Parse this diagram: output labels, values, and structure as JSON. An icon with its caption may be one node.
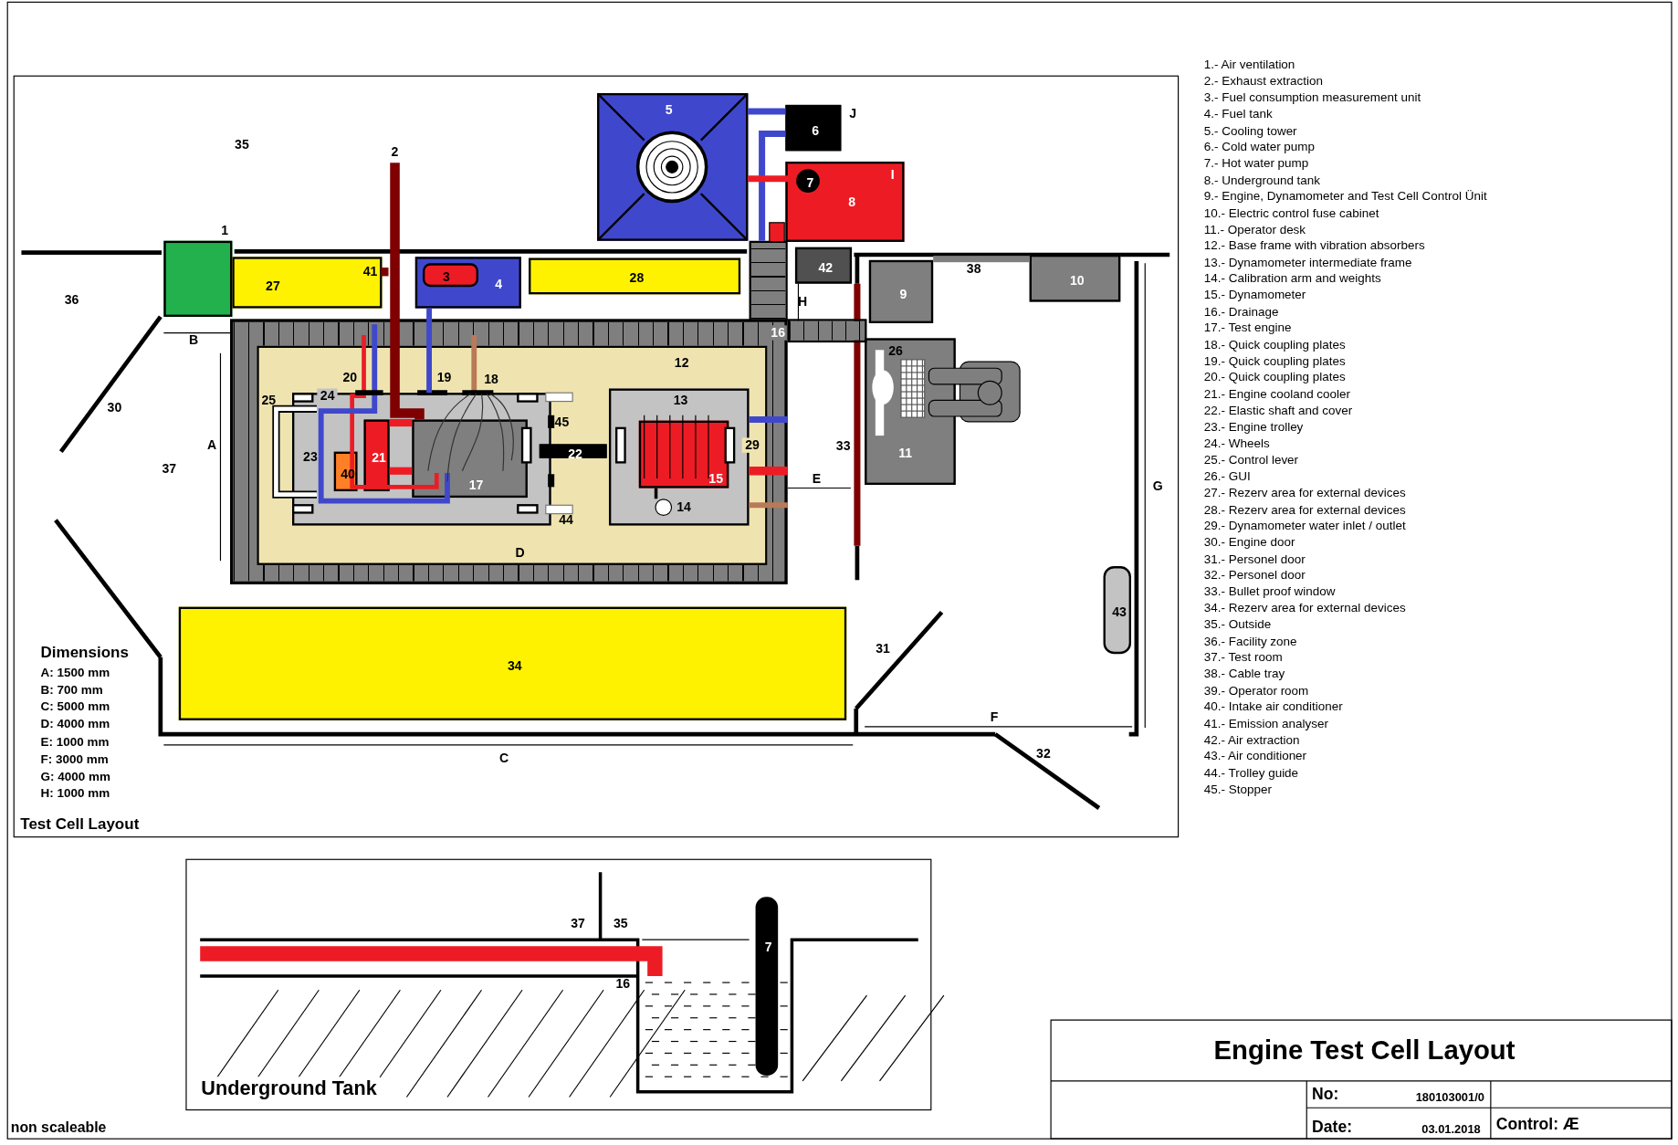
{
  "diagram": {
    "title": "Engine Test Cell Layout",
    "nodes": [
      {
        "text": [
          "5"
        ]
      },
      {
        "text": [
          "6"
        ],
        "beside": [
          "J"
        ]
      },
      {
        "text": [
          "I",
          "8"
        ]
      },
      {
        "text": [
          "7"
        ],
        "in": 2
      },
      {
        "text": [],
        "shape": "box"
      },
      {
        "text": [
          "27"
        ]
      },
      {
        "text": [
          "4"
        ]
      },
      {
        "text": [
          "3"
        ],
        "in": 6
      },
      {
        "text": [
          "28"
        ]
      },
      {
        "text": [
          "42"
        ]
      },
      {
        "text": [
          "9"
        ]
      },
      {
        "text": [
          "10"
        ]
      },
      {
        "text": [
          "11"
        ]
      },
      {
        "text": [
          "43"
        ]
      },
      {
        "text": [
          "34"
        ]
      },
      {
        "text": [
          "16"
        ]
      },
      {
        "text": [
          "12"
        ],
        "in": 15
      },
      {
        "text": [
          "23"
        ],
        "in": 16
      },
      {
        "text": [
          "21"
        ],
        "in": 17
      },
      {
        "text": [
          "40"
        ],
        "in": 17
      },
      {
        "text": [
          "17"
        ],
        "in": 17
      },
      {
        "text": [
          "13"
        ],
        "in": 16
      },
      {
        "text": [
          "15"
        ],
        "in": 21
      },
      {
        "text": [],
        "shape": "circle",
        "beside": [
          "14"
        ],
        "in": 21
      },
      {
        "text": [
          "22"
        ],
        "in": 16
      },
      {
        "text": [
          "7"
        ]
      },
      {
        "text": [],
        "shape": "box"
      },
      {
        "text": [],
        "shape": "box"
      },
      {
        "text": [],
        "shape": "bar"
      }
    ],
    "edges": [
      {
        "from": 0,
        "to": 1,
        "arrow": "none",
        "color": "#3f48cc"
      },
      {
        "from": 1,
        "to": 26,
        "arrow": "none",
        "color": "#3f48cc"
      },
      {
        "from": 3,
        "to": 0,
        "arrow": "none",
        "color": "#ed1c24"
      },
      {
        "from": 6,
        "to": 17,
        "arrow": "none",
        "color": "#3f48cc"
      },
      {
        "from": 18,
        "to": 20,
        "arrow": "none",
        "color": "#ed1c24"
      },
      {
        "from": 18,
        "to": 20,
        "arrow": "none",
        "color": "#ed1c24"
      },
      {
        "from": 21,
        "to": 15,
        "arrow": "none",
        "color": "#3f48cc"
      },
      {
        "from": 21,
        "to": 15,
        "arrow": "none",
        "color": "#ed1c24"
      },
      {
        "from": 21,
        "to": 15,
        "arrow": "none",
        "color": "#b97a57"
      },
      {
        "from": 22,
        "to": 23,
        "arrow": "none",
        "color": "#000000"
      }
    ],
    "labels": [
      "35",
      "2",
      "1",
      "36",
      "41",
      "B",
      "H",
      "38",
      "20",
      "19",
      "18",
      "25",
      "24",
      "30",
      "45",
      "A",
      "29",
      "26",
      "33",
      "37",
      "E",
      "G",
      "44",
      "D",
      "31",
      "F",
      "C",
      "32",
      "Dimensions",
      "A: 1500 mm",
      "B: 700 mm",
      "C: 5000 mm",
      "D: 4000 mm",
      "E: 1000 mm",
      "F: 3000 mm",
      "G: 4000 mm",
      "H: 1000 mm",
      "Test Cell Layout",
      "1.- Air ventilation",
      "2.- Exhaust extraction",
      "3.- Fuel consumption measurement unit",
      "4.- Fuel tank",
      "5.- Cooling tower",
      "6.- Cold water pump",
      "7.- Hot water pump",
      "8.- Underground tank",
      "9.- Engine, Dynamometer and Test Cell Control Ünit",
      "10.- Electric control fuse cabinet",
      "11.- Operator desk",
      "12.- Base frame with vibration absorbers",
      "13.- Dynamometer  intermediate frame",
      "14.- Calibration arm and weights",
      "15.- Dynamometer",
      "16.- Drainage",
      "17.- Test engine",
      "18.- Quick coupling plates",
      "19.- Quick coupling plates",
      "20.- Quick coupling plates",
      "21.- Engine cooland cooler",
      "22.- Elastic shaft and cover",
      "23.- Engine trolley",
      "24.- Wheels",
      "25.- Control lever",
      "26.- GUI",
      "27.- Rezerv area for external devices",
      "28.- Rezerv area for external devices",
      "29.- Dynamometer water inlet / outlet",
      "30.- Engine door",
      "31.- Personel door",
      "32.- Personel door",
      "33.- Bullet proof window",
      "34.- Rezerv area for external devices",
      "35.- Outside",
      "36.- Facility zone",
      "37.- Test room",
      "38.- Cable tray",
      "39.- Operator room",
      "40.- Intake air conditioner",
      "41.- Emission analyser",
      "42.- Air extraction",
      "43.- Air conditioner",
      "44.- Trolley guide",
      "45.- Stopper",
      "37",
      "35",
      "16",
      "Underground Tank",
      "non scaleable",
      "No:",
      "180103001/0",
      "Date:",
      "03.01.2018",
      "Control: Æ"
    ]
  }
}
